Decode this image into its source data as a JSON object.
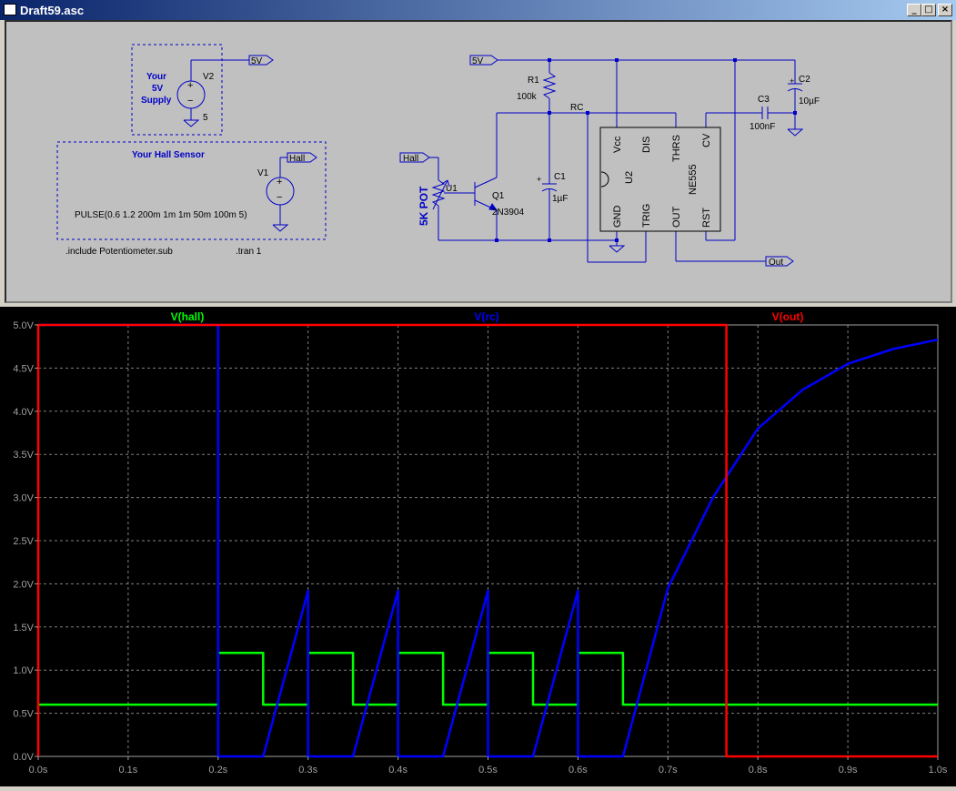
{
  "window": {
    "title": "Draft59.asc"
  },
  "schematic": {
    "labels": {
      "net_5v_left": "5V",
      "net_5v_right": "5V",
      "supply_l1": "Your",
      "supply_l2": "5V",
      "supply_l3": "Supply",
      "v2": "V2",
      "v2_val": "5",
      "hall_title": "Your Hall Sensor",
      "hall_net": "Hall",
      "hall_net2": "Hall",
      "v1": "V1",
      "pulse": "PULSE(0.6 1.2 200m 1m 1m 50m 100m 5)",
      "include": ".include Potentiometer.sub",
      "tran": ".tran 1",
      "r1": "R1",
      "r1_val": "100k",
      "rc": "RC",
      "u1": "U1",
      "pot": "5K POT",
      "q1": "Q1",
      "q1_val": "2N3904",
      "c1": "C1",
      "c1_val": "1µF",
      "c2": "C2",
      "c2_val": "10µF",
      "c3": "C3",
      "c3_val": "100nF",
      "out_net": "Out"
    },
    "ic": {
      "name": "U2",
      "part": "NE555",
      "pins_top": [
        "Vcc",
        "DIS",
        "THRS",
        "CV"
      ],
      "pins_bottom": [
        "GND",
        "TRIG",
        "OUT",
        "RST"
      ]
    }
  },
  "chart_data": {
    "type": "line",
    "x_unit": "s",
    "xlim": [
      0,
      1.0
    ],
    "ylim": [
      0,
      5.0
    ],
    "x_ticks": [
      "0.0s",
      "0.1s",
      "0.2s",
      "0.3s",
      "0.4s",
      "0.5s",
      "0.6s",
      "0.7s",
      "0.8s",
      "0.9s",
      "1.0s"
    ],
    "y_ticks": [
      "0.0V",
      "0.5V",
      "1.0V",
      "1.5V",
      "2.0V",
      "2.5V",
      "3.0V",
      "3.5V",
      "4.0V",
      "4.5V",
      "5.0V"
    ],
    "grid": true,
    "series": [
      {
        "name": "V(hall)",
        "color": "#00ff00",
        "x": [
          0,
          0.2,
          0.2,
          0.25,
          0.25,
          0.3,
          0.3,
          0.35,
          0.35,
          0.4,
          0.4,
          0.45,
          0.45,
          0.5,
          0.5,
          0.55,
          0.55,
          0.6,
          0.6,
          0.65,
          0.65,
          1.0
        ],
        "y": [
          0.6,
          0.6,
          1.2,
          1.2,
          0.6,
          0.6,
          1.2,
          1.2,
          0.6,
          0.6,
          1.2,
          1.2,
          0.6,
          0.6,
          1.2,
          1.2,
          0.6,
          0.6,
          1.2,
          1.2,
          0.6,
          0.6
        ]
      },
      {
        "name": "V(rc)",
        "color": "#0000ff",
        "x": [
          0,
          0.2,
          0.2,
          0.25,
          0.3,
          0.3,
          0.35,
          0.4,
          0.4,
          0.45,
          0.5,
          0.5,
          0.55,
          0.6,
          0.6,
          0.65,
          0.7,
          0.75,
          0.8,
          0.85,
          0.9,
          0.95,
          1.0
        ],
        "y": [
          5.0,
          5.0,
          0.0,
          0.0,
          1.92,
          0.0,
          0.0,
          1.92,
          0.0,
          0.0,
          1.92,
          0.0,
          0.0,
          1.92,
          0.0,
          0.0,
          1.95,
          3.0,
          3.8,
          4.25,
          4.55,
          4.72,
          4.83
        ]
      },
      {
        "name": "V(out)",
        "color": "#ff0000",
        "x": [
          0,
          0,
          0.2,
          0.2,
          0.765,
          0.765,
          1.0
        ],
        "y": [
          0,
          5.0,
          5.0,
          5.0,
          5.0,
          0.0,
          0.0
        ]
      }
    ]
  }
}
